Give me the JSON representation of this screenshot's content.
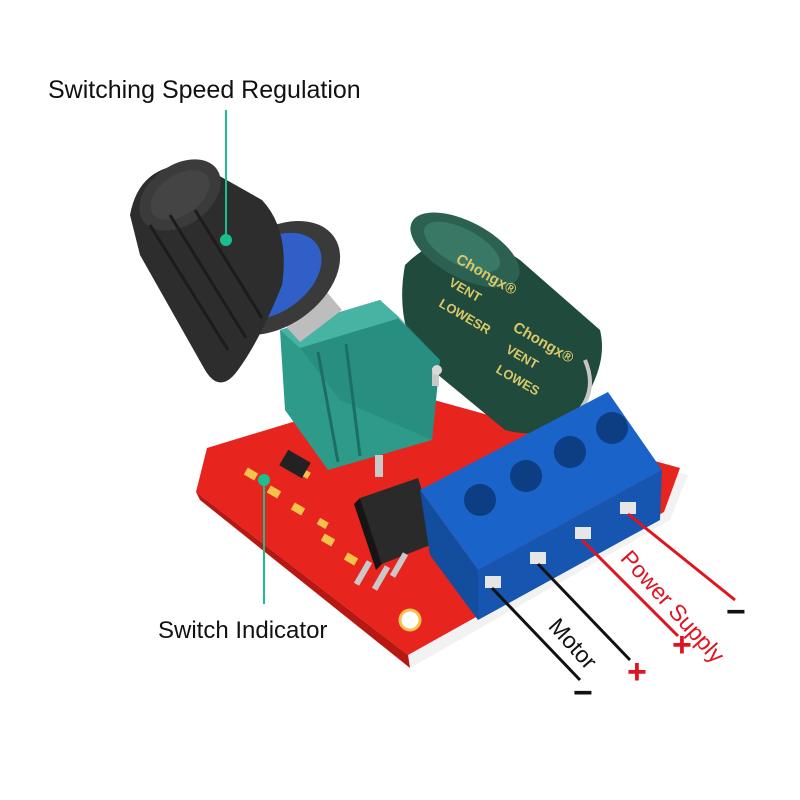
{
  "labels": {
    "top": "Switching Speed Regulation",
    "indicator": "Switch Indicator",
    "motor": "Motor",
    "power": "Power Supply",
    "motor_minus": "−",
    "motor_plus": "+",
    "power_plus": "+",
    "power_minus": "−"
  },
  "colors": {
    "pcb": "#e8241f",
    "terminal": "#1a63c9",
    "potentiometer": "#2e9a8a",
    "capacitor": "#1f4a3c",
    "knob": "#2d2d2d",
    "leader": "#1bbf8f",
    "wire_red": "#e0141e",
    "wire_black": "#111111"
  }
}
